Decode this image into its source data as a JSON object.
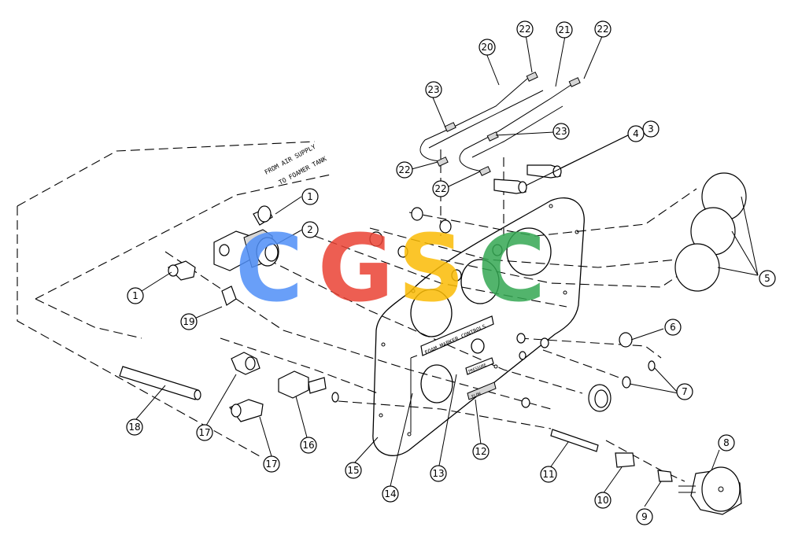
{
  "notes": {
    "air_supply": "FROM AIR SUPPLY",
    "foamer_tank": "TO FOAMER TANK"
  },
  "panel": {
    "title_label": "FOAM MARKER CONTROLS",
    "small_label_13": "PRESSURE",
    "small_label_12": "FLOW"
  },
  "callouts": [
    "1",
    "1",
    "2",
    "3",
    "4",
    "5",
    "6",
    "7",
    "8",
    "9",
    "10",
    "11",
    "12",
    "13",
    "14",
    "15",
    "16",
    "17",
    "17",
    "18",
    "19",
    "20",
    "21",
    "22",
    "22",
    "22",
    "22",
    "23",
    "23"
  ],
  "watermark": {
    "text": "CGSC",
    "letters": [
      "C",
      "G",
      "S",
      "C"
    ],
    "colors": [
      "#4f8ff7",
      "#ea4335",
      "#fbbc05",
      "#34a853"
    ]
  }
}
